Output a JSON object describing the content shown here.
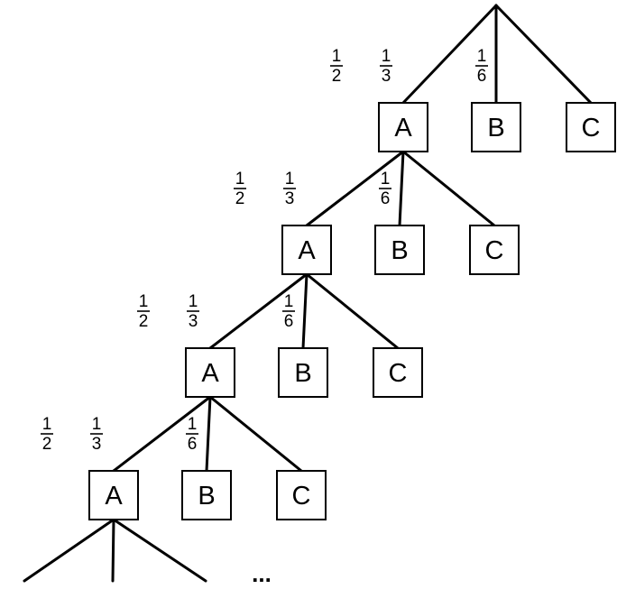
{
  "levels": [
    {
      "children": [
        {
          "label": "A",
          "prob": {
            "num": "1",
            "den": "2"
          }
        },
        {
          "label": "B",
          "prob": {
            "num": "1",
            "den": "3"
          }
        },
        {
          "label": "C",
          "prob": {
            "num": "1",
            "den": "6"
          }
        }
      ]
    },
    {
      "children": [
        {
          "label": "A",
          "prob": {
            "num": "1",
            "den": "2"
          }
        },
        {
          "label": "B",
          "prob": {
            "num": "1",
            "den": "3"
          }
        },
        {
          "label": "C",
          "prob": {
            "num": "1",
            "den": "6"
          }
        }
      ]
    },
    {
      "children": [
        {
          "label": "A",
          "prob": {
            "num": "1",
            "den": "2"
          }
        },
        {
          "label": "B",
          "prob": {
            "num": "1",
            "den": "3"
          }
        },
        {
          "label": "C",
          "prob": {
            "num": "1",
            "den": "6"
          }
        }
      ]
    },
    {
      "children": [
        {
          "label": "A",
          "prob": {
            "num": "1",
            "den": "2"
          }
        },
        {
          "label": "B",
          "prob": {
            "num": "1",
            "den": "3"
          }
        },
        {
          "label": "C",
          "prob": {
            "num": "1",
            "den": "6"
          }
        }
      ]
    }
  ],
  "continuation": {
    "text": "..."
  }
}
